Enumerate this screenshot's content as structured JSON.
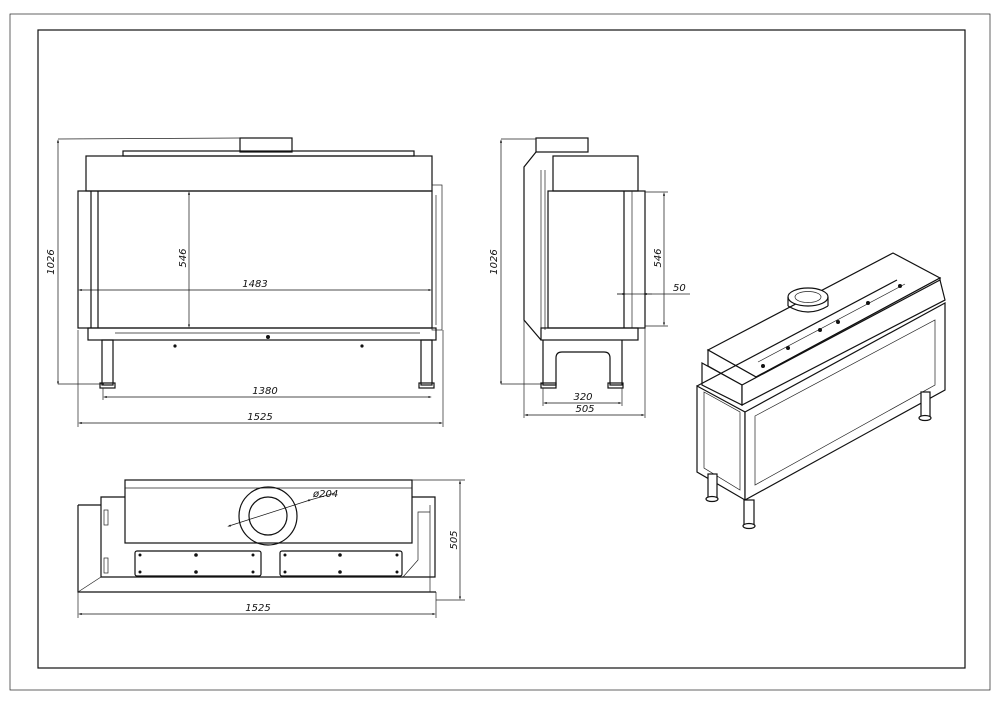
{
  "front_view": {
    "overall_height": "1026",
    "glass_height": "546",
    "glass_width": "1483",
    "leg_spacing": "1380",
    "overall_width": "1525"
  },
  "side_view": {
    "overall_height": "1026",
    "glass_height": "546",
    "frame_depth": "50",
    "leg_spacing": "320",
    "overall_depth": "505"
  },
  "top_view": {
    "flue_diameter": "ø204",
    "overall_depth": "505",
    "overall_width": "1525"
  }
}
